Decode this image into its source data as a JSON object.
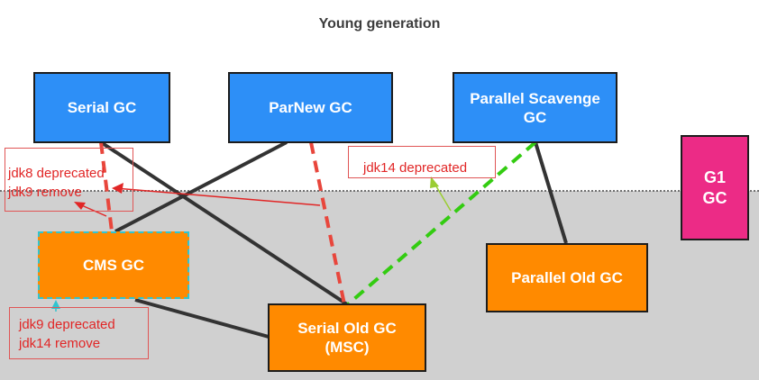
{
  "heading": "Young generation",
  "collectors": {
    "serial": "Serial GC",
    "parnew": "ParNew GC",
    "parallel_scavenge": [
      "Parallel Scavenge",
      "GC"
    ],
    "g1": [
      "G1",
      "GC"
    ],
    "cms": "CMS GC",
    "parallel_old": "Parallel Old GC",
    "serial_old": [
      "Serial Old GC",
      "(MSC)"
    ]
  },
  "notes": {
    "serial_cms": [
      "jdk8 deprecated",
      "jdk9 remove"
    ],
    "ps_serial_old": "jdk14 deprecated",
    "cms": [
      "jdk9 deprecated",
      "jdk14 remove"
    ]
  },
  "colors": {
    "young_collector": "#2d8ff7",
    "old_collector": "#ff8a00",
    "g1": "#ec2b86",
    "old_region": "#d0d0d0",
    "active_link": "#333333",
    "deprecated_link_red": "#e8463c",
    "deprecated_link_green": "#33cc11",
    "annotation": "#e12626"
  }
}
